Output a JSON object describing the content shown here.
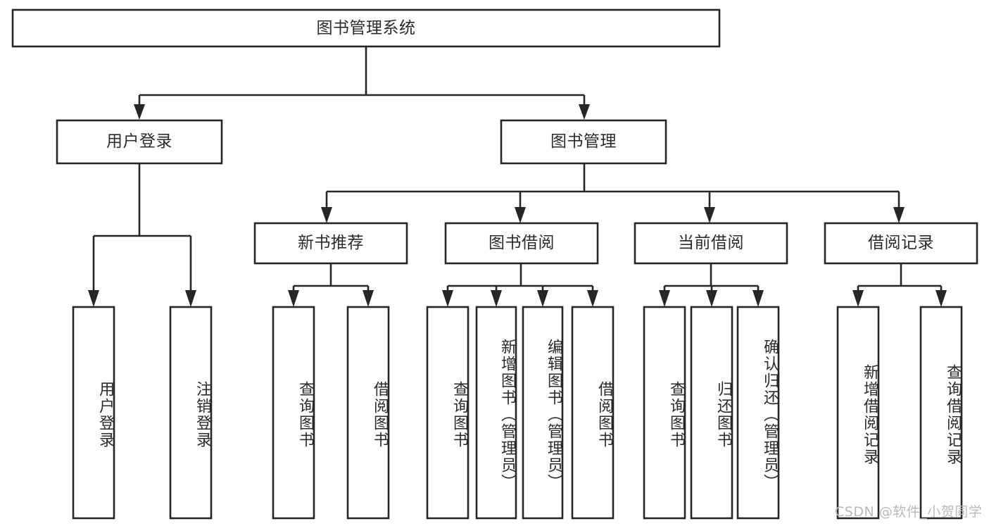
{
  "diagram": {
    "title": "图书管理系统",
    "type": "tree-hierarchy-diagram",
    "root": {
      "id": "root",
      "label": "图书管理系统",
      "level": 0,
      "orientation": "horizontal"
    },
    "level2": [
      {
        "id": "user-login",
        "label": "用户登录",
        "level": 1,
        "orientation": "horizontal"
      },
      {
        "id": "book-manage",
        "label": "图书管理",
        "level": 1,
        "orientation": "horizontal"
      }
    ],
    "level3": [
      {
        "id": "new-book-recommend",
        "label": "新书推荐",
        "level": 2,
        "orientation": "horizontal",
        "parent": "book-manage"
      },
      {
        "id": "book-borrow",
        "label": "图书借阅",
        "level": 2,
        "orientation": "horizontal",
        "parent": "book-manage"
      },
      {
        "id": "current-borrow",
        "label": "当前借阅",
        "level": 2,
        "orientation": "horizontal",
        "parent": "book-manage"
      },
      {
        "id": "borrow-record",
        "label": "借阅记录",
        "level": 2,
        "orientation": "horizontal",
        "parent": "book-manage"
      }
    ],
    "leaves": [
      {
        "id": "leaf-user-login",
        "label": "用户登录",
        "parent": "user-login",
        "orientation": "vertical"
      },
      {
        "id": "leaf-logout-login",
        "label": "注销登录",
        "parent": "user-login",
        "orientation": "vertical"
      },
      {
        "id": "leaf-query-book-1",
        "label": "查询图书",
        "parent": "new-book-recommend",
        "orientation": "vertical"
      },
      {
        "id": "leaf-borrow-book-1",
        "label": "借阅图书",
        "parent": "new-book-recommend",
        "orientation": "vertical"
      },
      {
        "id": "leaf-query-book-2",
        "label": "查询图书",
        "parent": "book-borrow",
        "orientation": "vertical"
      },
      {
        "id": "leaf-add-book",
        "label": "新增图书（管理员）",
        "parent": "book-borrow",
        "orientation": "vertical"
      },
      {
        "id": "leaf-edit-book",
        "label": "编辑图书（管理员）",
        "parent": "book-borrow",
        "orientation": "vertical"
      },
      {
        "id": "leaf-borrow-book-2",
        "label": "借阅图书",
        "parent": "book-borrow",
        "orientation": "vertical"
      },
      {
        "id": "leaf-query-book-3",
        "label": "查询图书",
        "parent": "current-borrow",
        "orientation": "vertical"
      },
      {
        "id": "leaf-return-book",
        "label": "归还图书",
        "parent": "current-borrow",
        "orientation": "vertical"
      },
      {
        "id": "leaf-confirm-return",
        "label": "确认归还（管理员）",
        "parent": "current-borrow",
        "orientation": "vertical"
      },
      {
        "id": "leaf-add-record",
        "label": "新增借阅记录",
        "parent": "borrow-record",
        "orientation": "vertical"
      },
      {
        "id": "leaf-query-record",
        "label": "查询借阅记录",
        "parent": "borrow-record",
        "orientation": "vertical"
      }
    ],
    "watermark": "CSDN @软件_小贺同学",
    "colors": {
      "stroke": "#262626",
      "fill": "#ffffff",
      "text": "#2b2b2b",
      "watermark": "#b9b9b9",
      "background": "#ffffff"
    }
  }
}
